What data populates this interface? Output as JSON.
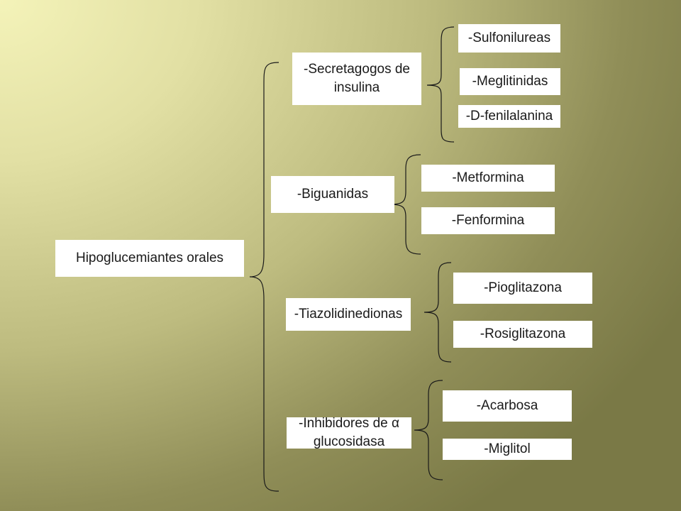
{
  "root": {
    "label": "Hipoglucemiantes orales"
  },
  "groups": [
    {
      "label_lines": [
        "-Secretagogos de",
        "insulina"
      ],
      "items": [
        "-Sulfonilureas",
        "-Meglitinidas",
        "-D-fenilalanina"
      ]
    },
    {
      "label_lines": [
        "-Biguanidas"
      ],
      "items": [
        "-Metformina",
        "-Fenformina"
      ]
    },
    {
      "label_lines": [
        "-Tiazolidinedionas"
      ],
      "items": [
        "-Pioglitazona",
        "-Rosiglitazona"
      ]
    },
    {
      "label_lines": [
        "-Inhibidores de α",
        "glucosidasa"
      ],
      "items": [
        "-Acarbosa",
        "-Miglitol"
      ]
    }
  ]
}
